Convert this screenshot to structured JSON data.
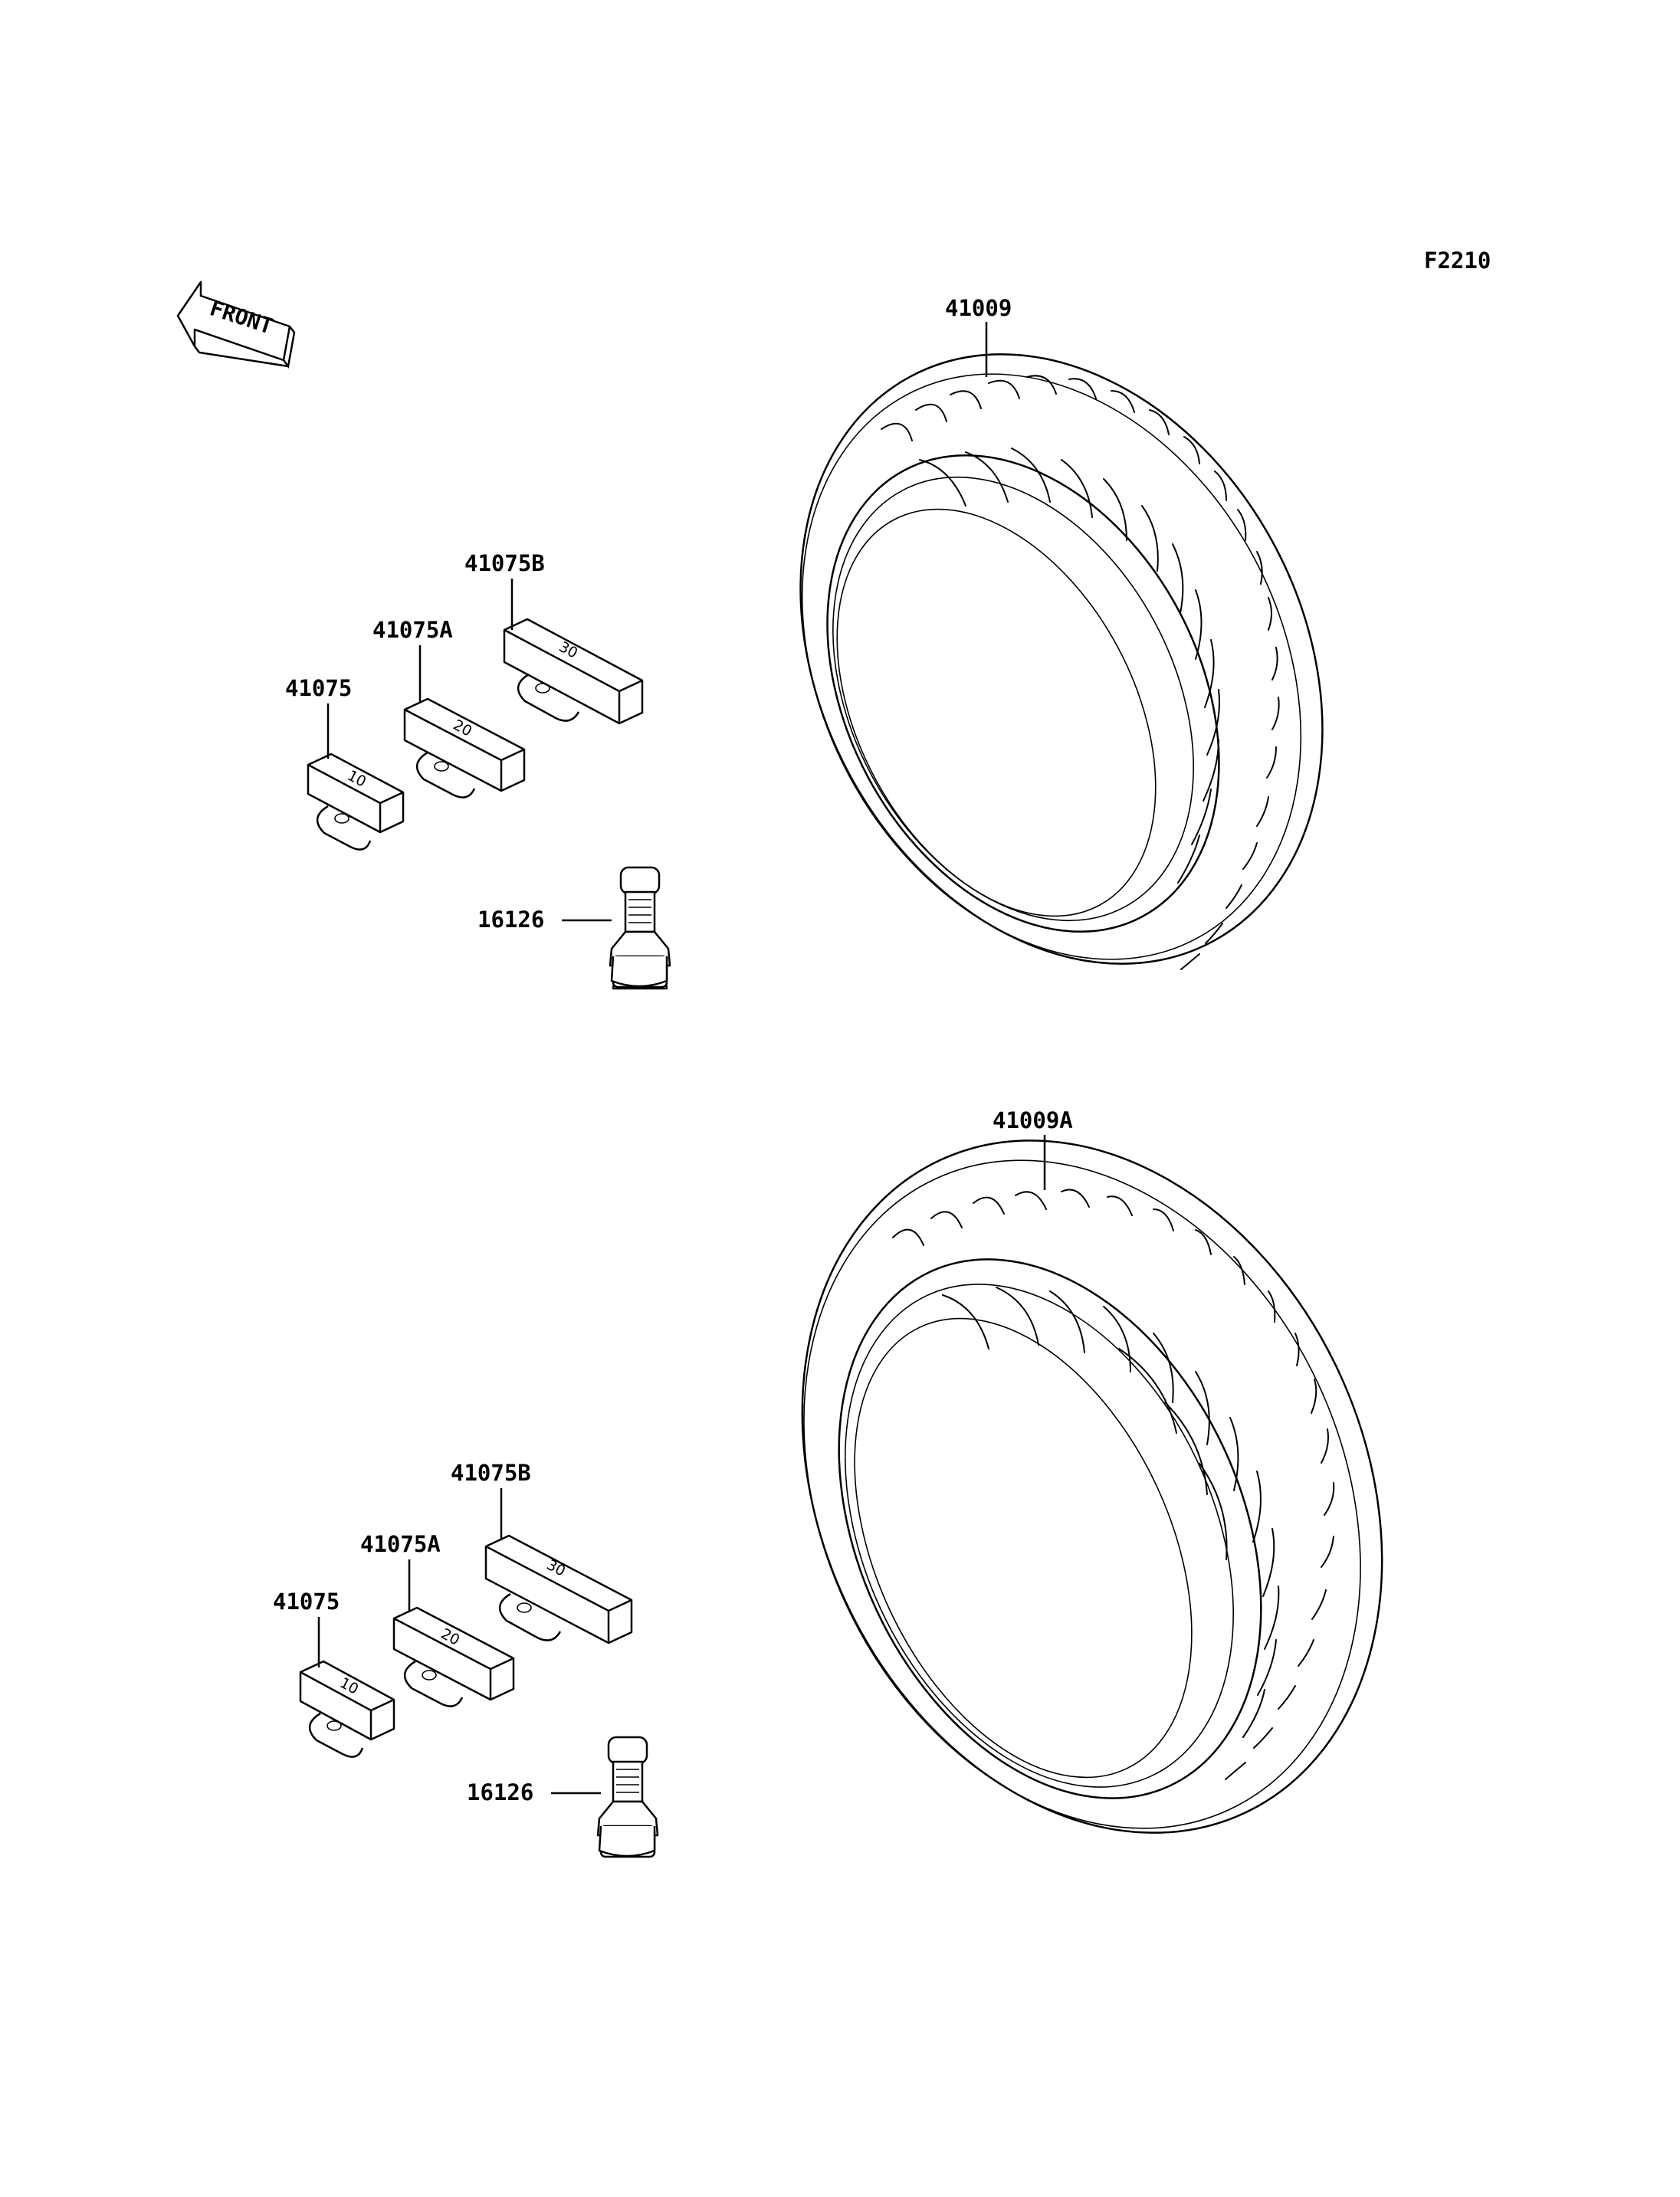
{
  "figure_code": "F2210",
  "front_label": "FRONT",
  "front_tire": {
    "tire_label": "41009",
    "weights": [
      {
        "label": "41075",
        "mark": "10"
      },
      {
        "label": "41075A",
        "mark": "20"
      },
      {
        "label": "41075B",
        "mark": "30"
      }
    ],
    "valve_label": "16126"
  },
  "rear_tire": {
    "tire_label": "41009A",
    "weights": [
      {
        "label": "41075",
        "mark": "10"
      },
      {
        "label": "41075A",
        "mark": "20"
      },
      {
        "label": "41075B",
        "mark": "30"
      }
    ],
    "valve_label": "16126"
  }
}
